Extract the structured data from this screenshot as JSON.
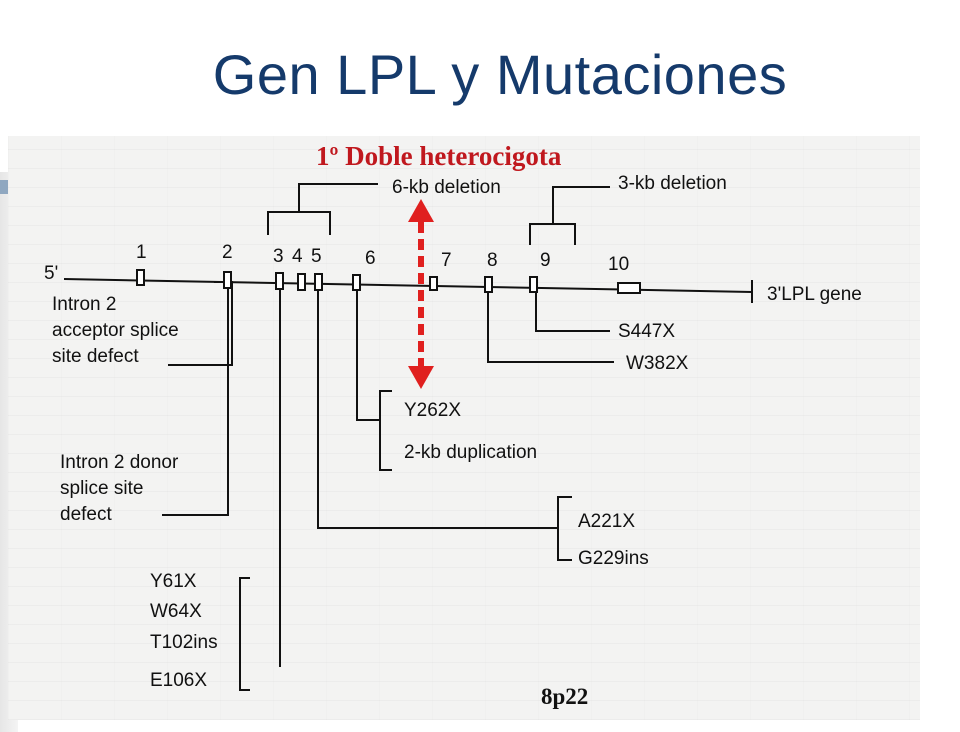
{
  "slide": {
    "title": "Gen LPL y Mutaciones"
  },
  "annotation": {
    "label": "1º Doble heterocigota",
    "color": "#c0181e"
  },
  "gene": {
    "five_prime": "5'",
    "three_prime": "3'LPL gene",
    "exons": [
      "1",
      "2",
      "3",
      "4",
      "5",
      "6",
      "7",
      "8",
      "9",
      "10"
    ]
  },
  "deletions": {
    "six_kb": "6-kb deletion",
    "three_kb": "3-kb deletion"
  },
  "mutations": {
    "intron2_acceptor": [
      "Intron 2",
      "acceptor splice",
      "site defect"
    ],
    "intron2_donor": [
      "Intron 2 donor",
      "splice site",
      "defect"
    ],
    "exon3": [
      "Y61X",
      "W64X",
      "T102ins",
      "E106X"
    ],
    "exon5": [
      "A221X",
      "G229ins"
    ],
    "exon6": [
      "Y262X",
      "2-kb duplication"
    ],
    "exon8": "W382X",
    "exon9": "S447X"
  },
  "locus": "8p22",
  "colors": {
    "title": "#153a6b",
    "accent_red": "#e0201f",
    "scan_bg": "#f3f3f2"
  }
}
